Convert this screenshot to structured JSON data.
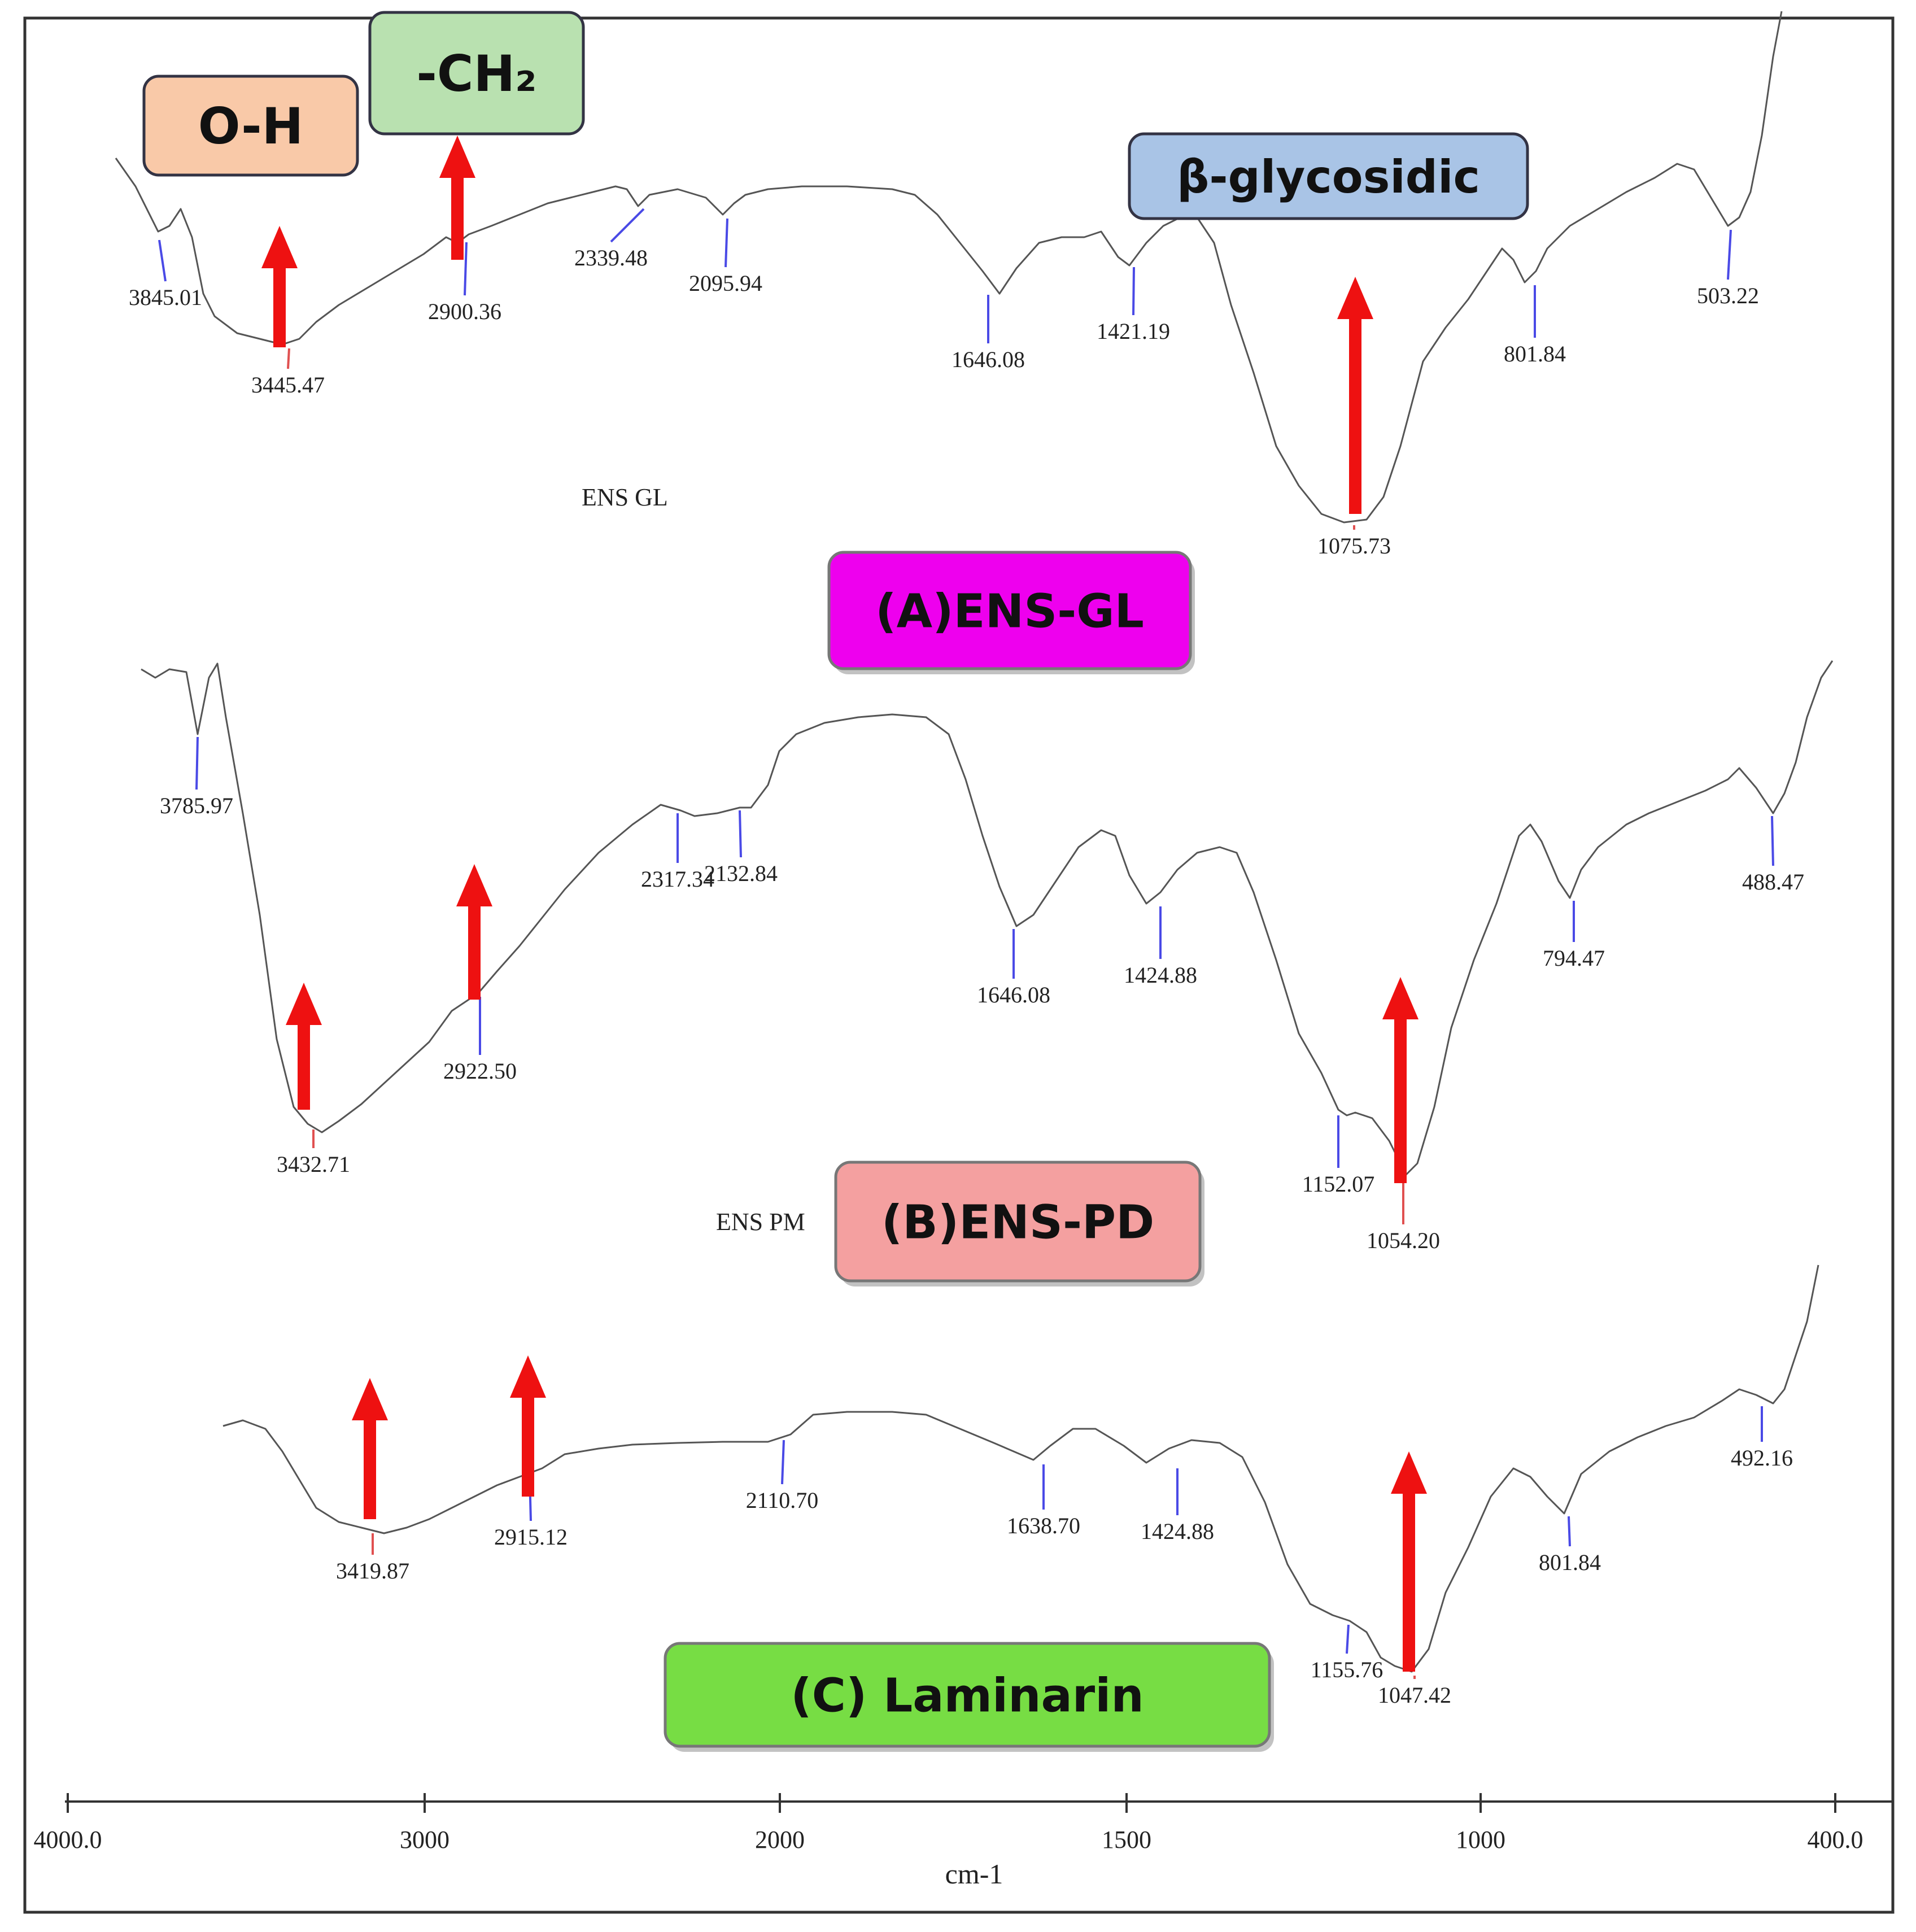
{
  "chart_data": {
    "type": "line",
    "xlabel": "cm-1",
    "xlim": [
      4000,
      400
    ],
    "x_reversed": true,
    "x_ticks": [
      {
        "value": 4000,
        "label": "4000.0"
      },
      {
        "value": 3000,
        "label": "3000"
      },
      {
        "value": 2000,
        "label": "2000"
      },
      {
        "value": 1500,
        "label": "1500"
      },
      {
        "value": 1000,
        "label": "1000"
      },
      {
        "value": 400,
        "label": "400.0"
      }
    ],
    "grid": false,
    "colors": {
      "trace": "#555555",
      "peak_marker": "#4a4ae6",
      "main_peak_marker": "#e05050",
      "arrow": "#ee1111"
    },
    "series": [
      {
        "name": "(A)ENS-GL",
        "trace_name": "ENS GL",
        "label_box": {
          "text": "(A)ENS-GL",
          "color": "#ee00ee"
        },
        "peaks": [
          {
            "x": 3845.01,
            "label": "3845.01"
          },
          {
            "x": 3445.47,
            "label": "3445.47",
            "main": true
          },
          {
            "x": 2900.36,
            "label": "2900.36"
          },
          {
            "x": 2339.48,
            "label": "2339.48"
          },
          {
            "x": 2095.94,
            "label": "2095.94"
          },
          {
            "x": 1646.08,
            "label": "1646.08"
          },
          {
            "x": 1421.19,
            "label": "1421.19"
          },
          {
            "x": 1075.73,
            "label": "1075.73",
            "main": true
          },
          {
            "x": 801.84,
            "label": "801.84"
          },
          {
            "x": 503.22,
            "label": "503.22"
          }
        ]
      },
      {
        "name": "(B)ENS-PD",
        "trace_name": "ENS PM",
        "label_box": {
          "text": "(B)ENS-PD",
          "color": "#f4a0a0"
        },
        "peaks": [
          {
            "x": 3785.97,
            "label": "3785.97"
          },
          {
            "x": 3432.71,
            "label": "3432.71",
            "main": true
          },
          {
            "x": 2922.5,
            "label": "2922.50"
          },
          {
            "x": 2317.34,
            "label": "2317.34"
          },
          {
            "x": 2132.84,
            "label": "2132.84"
          },
          {
            "x": 1646.08,
            "label": "1646.08"
          },
          {
            "x": 1424.88,
            "label": "1424.88"
          },
          {
            "x": 1152.07,
            "label": "1152.07"
          },
          {
            "x": 1054.2,
            "label": "1054.20",
            "main": true
          },
          {
            "x": 794.47,
            "label": "794.47"
          },
          {
            "x": 488.47,
            "label": "488.47"
          }
        ]
      },
      {
        "name": "(C) Laminarin",
        "trace_name": "",
        "label_box": {
          "text": "(C) Laminarin",
          "color": "#77dd44"
        },
        "peaks": [
          {
            "x": 3419.87,
            "label": "3419.87",
            "main": true
          },
          {
            "x": 2915.12,
            "label": "2915.12"
          },
          {
            "x": 2110.7,
            "label": "2110.70"
          },
          {
            "x": 1638.7,
            "label": "1638.70"
          },
          {
            "x": 1424.88,
            "label": "1424.88"
          },
          {
            "x": 1155.76,
            "label": "1155.76"
          },
          {
            "x": 1047.42,
            "label": "1047.42",
            "main": true
          },
          {
            "x": 801.84,
            "label": "801.84"
          },
          {
            "x": 492.16,
            "label": "492.16"
          }
        ]
      }
    ],
    "annotations": [
      {
        "text": "O-H",
        "color": "#f9c9a8"
      },
      {
        "text": "-CH₂",
        "color": "#b9e1b0"
      },
      {
        "text": "β-glycosidic",
        "color": "#a9c4e6"
      }
    ]
  }
}
